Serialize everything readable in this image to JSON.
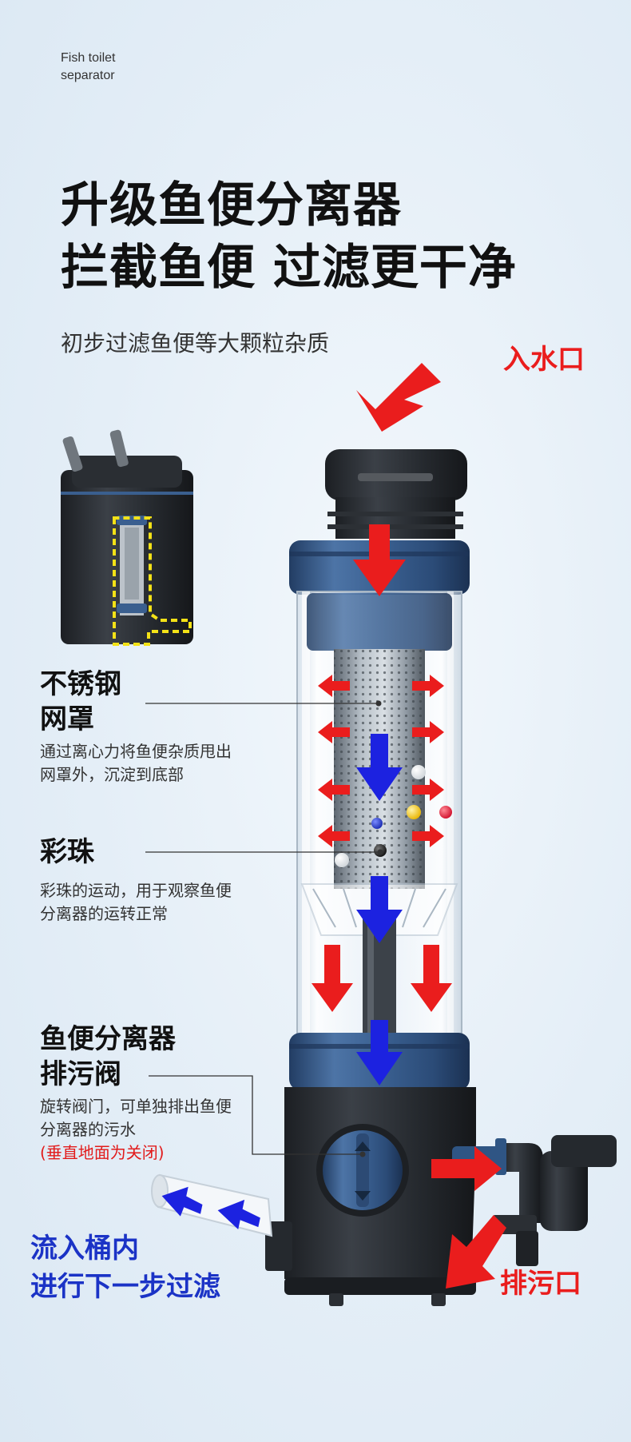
{
  "header": {
    "eyebrow": [
      "Fish toilet",
      "separator"
    ],
    "headline": [
      "升级鱼便分离器",
      "拦截鱼便 过滤更干净"
    ],
    "subtitle": "初步过滤鱼便等大颗粒杂质"
  },
  "callouts": {
    "inlet": "入水口",
    "outlet": "排污口",
    "flow": [
      "流入桶内",
      "进行下一步过滤"
    ]
  },
  "features": [
    {
      "title": [
        "不锈钢",
        "网罩"
      ],
      "desc": "通过离心力将鱼便杂质甩出网罩外，沉淀到底部"
    },
    {
      "title": [
        "彩珠"
      ],
      "desc": "彩珠的运动，用于观察鱼便分离器的运转正常"
    },
    {
      "title": [
        "鱼便分离器",
        "排污阀"
      ],
      "desc": "旋转阀门，可单独排出鱼便分离器的污水",
      "note": "(垂直地面为关闭)"
    }
  ],
  "colors": {
    "accent_red": "#ea1d1d",
    "accent_blue": "#1b33c6",
    "cap_blue": "#3a5f8f"
  }
}
